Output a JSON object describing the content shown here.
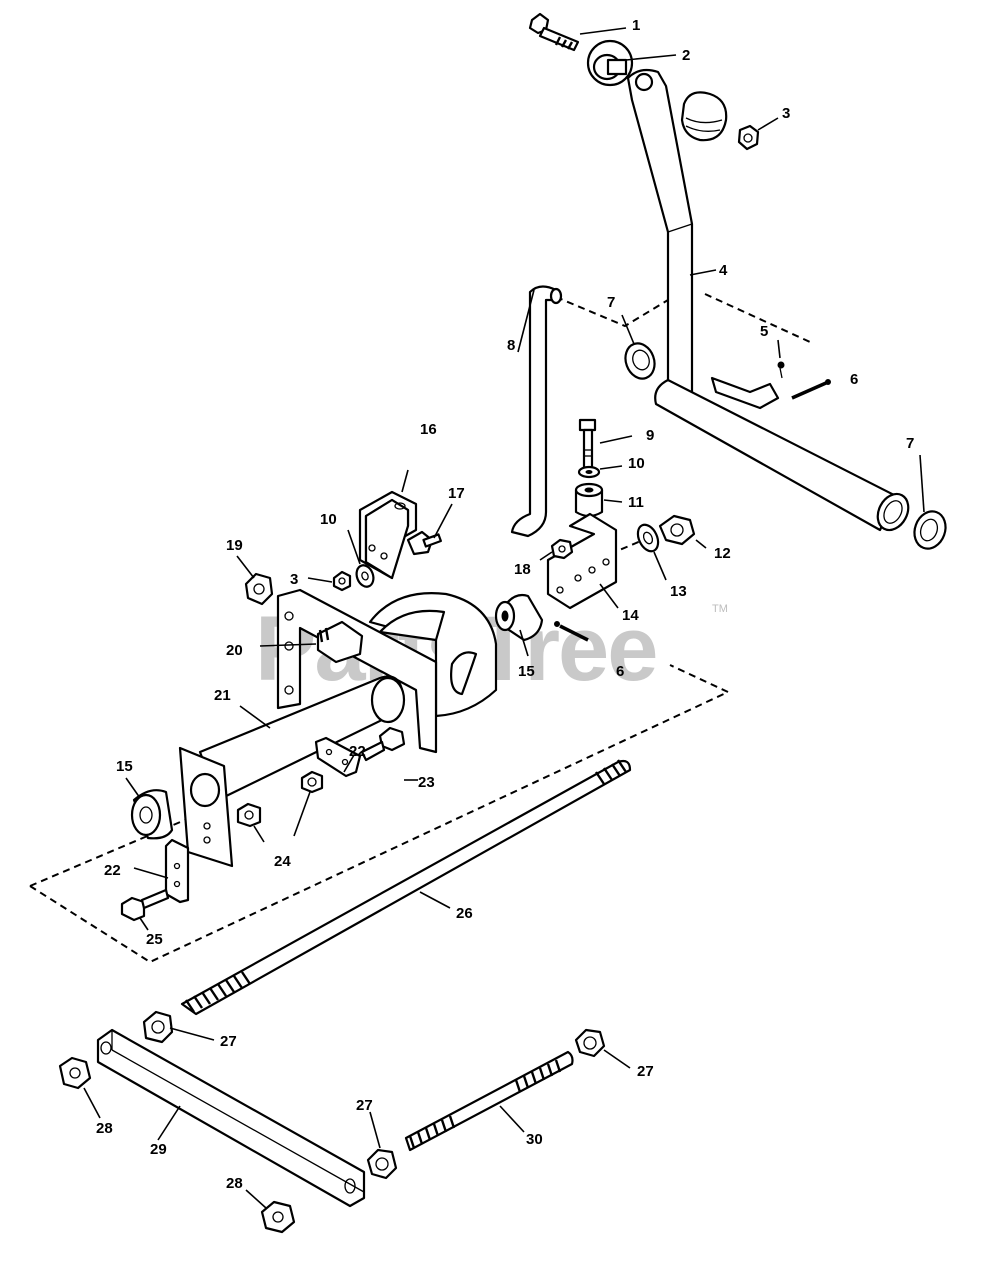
{
  "diagram": {
    "watermark": "PartsTree",
    "watermark_mark": "TM",
    "callouts": [
      {
        "id": "c1",
        "label": "1"
      },
      {
        "id": "c2",
        "label": "2"
      },
      {
        "id": "c3a",
        "label": "3"
      },
      {
        "id": "c4",
        "label": "4"
      },
      {
        "id": "c5",
        "label": "5"
      },
      {
        "id": "c6a",
        "label": "6"
      },
      {
        "id": "c7a",
        "label": "7"
      },
      {
        "id": "c7b",
        "label": "7"
      },
      {
        "id": "c8",
        "label": "8"
      },
      {
        "id": "c9",
        "label": "9"
      },
      {
        "id": "c10a",
        "label": "10"
      },
      {
        "id": "c11",
        "label": "11"
      },
      {
        "id": "c12",
        "label": "12"
      },
      {
        "id": "c13",
        "label": "13"
      },
      {
        "id": "c14",
        "label": "14"
      },
      {
        "id": "c15a",
        "label": "15"
      },
      {
        "id": "c6b",
        "label": "6"
      },
      {
        "id": "c16",
        "label": "16"
      },
      {
        "id": "c17",
        "label": "17"
      },
      {
        "id": "c10b",
        "label": "10"
      },
      {
        "id": "c19",
        "label": "19"
      },
      {
        "id": "c3b",
        "label": "3"
      },
      {
        "id": "c18",
        "label": "18"
      },
      {
        "id": "c20",
        "label": "20"
      },
      {
        "id": "c21",
        "label": "21"
      },
      {
        "id": "c15b",
        "label": "15"
      },
      {
        "id": "c22a",
        "label": "22"
      },
      {
        "id": "c23",
        "label": "23"
      },
      {
        "id": "c24",
        "label": "24"
      },
      {
        "id": "c22b",
        "label": "22"
      },
      {
        "id": "c25",
        "label": "25"
      },
      {
        "id": "c26",
        "label": "26"
      },
      {
        "id": "c27a",
        "label": "27"
      },
      {
        "id": "c27b",
        "label": "27"
      },
      {
        "id": "c27c",
        "label": "27"
      },
      {
        "id": "c28a",
        "label": "28"
      },
      {
        "id": "c29",
        "label": "29"
      },
      {
        "id": "c30",
        "label": "30"
      },
      {
        "id": "c28b",
        "label": "28"
      }
    ]
  }
}
